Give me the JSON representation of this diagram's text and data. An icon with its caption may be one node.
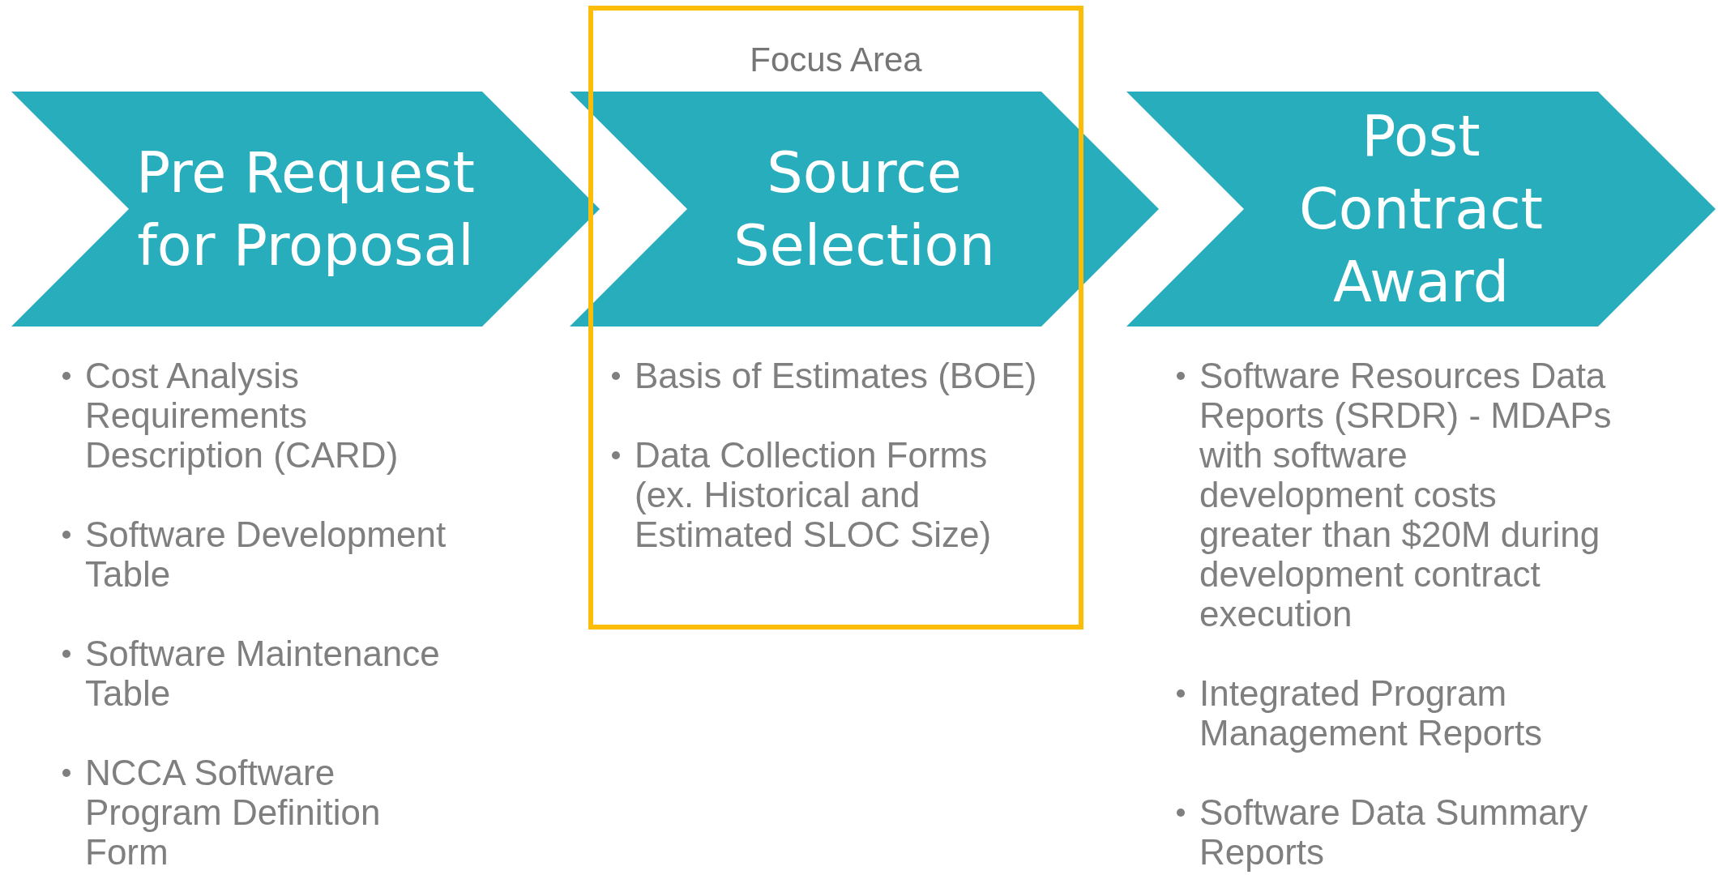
{
  "diagram": {
    "nodes": [
      {
        "text": [
          "Focus Area",
          "Basis of Estimates (BOE)",
          "Data Collection Forms (ex. Historical and Estimated SLOC Size)"
        ]
      },
      {
        "text": [
          "Pre Request for Proposal"
        ],
        "beside": [
          "Cost Analysis Requirements Description (CARD)",
          "Software Development Table",
          "Software Maintenance Table",
          "NCCA Software Program Definition Form"
        ]
      },
      {
        "text": [
          "Source Selection"
        ]
      },
      {
        "text": [
          "Post Contract Award"
        ],
        "beside": [
          "Software Resources Data Reports (SRDR) - MDAPs with software development costs greater than $20M during development contract execution",
          "Integrated Program Management Reports",
          "Software Data Summary Reports"
        ]
      }
    ]
  }
}
